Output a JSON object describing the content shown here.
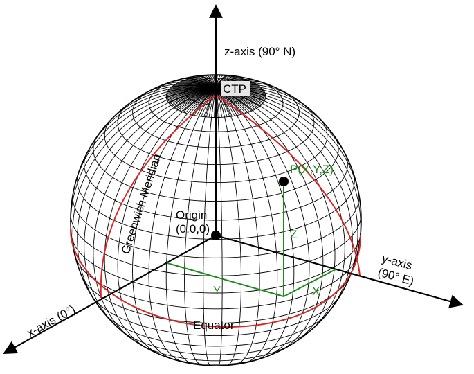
{
  "labels": {
    "z_axis": "z-axis (90° N)",
    "ctp": "CTP",
    "point": "P(X,Y,Z)",
    "origin_line1": "Origin",
    "origin_line2": "(0,0,0)",
    "meridian": "Greenwich Meridian",
    "y_axis_line1": "y-axis",
    "y_axis_line2": "(90° E)",
    "x_axis": "x-axis (0°)",
    "equator": "Equator",
    "comp_x": "X",
    "comp_y": "Y",
    "comp_z": "Z"
  },
  "colors": {
    "axes": "#000000",
    "grid": "#000000",
    "meridian_equator": "#d62828",
    "coordinates": "#1a8a1a",
    "ctp_bg": "#e6e6e6"
  }
}
